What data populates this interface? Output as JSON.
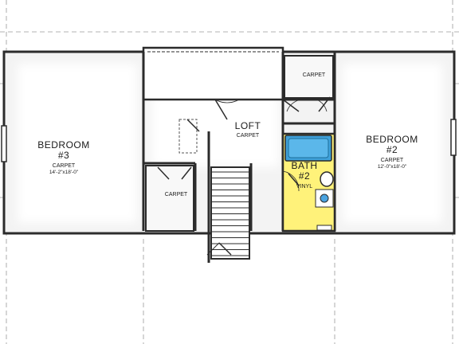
{
  "colors": {
    "wall": "#2b2b2b",
    "floor": "#f4f4f4",
    "bath_floor": "#fff27a",
    "tub": "#3fa0d8",
    "sink": "#4aa3e0",
    "dash": "#9a9a9a"
  },
  "rooms": {
    "bedroom3": {
      "name": "BEDROOM",
      "number": "#3",
      "floor": "CARPET",
      "size": "14'-2\"x18'-0\""
    },
    "bedroom2": {
      "name": "BEDROOM",
      "number": "#2",
      "floor": "CARPET",
      "size": "12'-0\"x18'-0\""
    },
    "loft": {
      "name": "LOFT",
      "floor": "CARPET"
    },
    "bath": {
      "name": "BATH",
      "number": "#2",
      "floor": "VINYL"
    },
    "closet_top": {
      "floor": "CARPET"
    },
    "closet_bottom": {
      "floor": "CARPET"
    }
  }
}
